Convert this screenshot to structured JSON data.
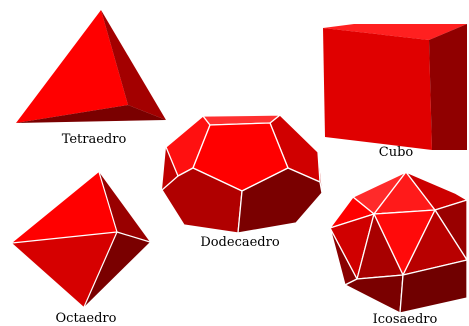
{
  "solids": {
    "tetrahedron": {
      "label": "Tetraedro"
    },
    "cube": {
      "label": "Cubo"
    },
    "dodecahedron": {
      "label": "Dodecaedro"
    },
    "octahedron": {
      "label": "Octaedro"
    },
    "icosahedron": {
      "label": "Icosaedro"
    }
  },
  "colors": {
    "face_bright": "#ff0000",
    "face_medium": "#d90000",
    "face_dark": "#a80000",
    "face_darkest": "#800000",
    "edge": "#ffffff",
    "background": "#ffffff"
  }
}
